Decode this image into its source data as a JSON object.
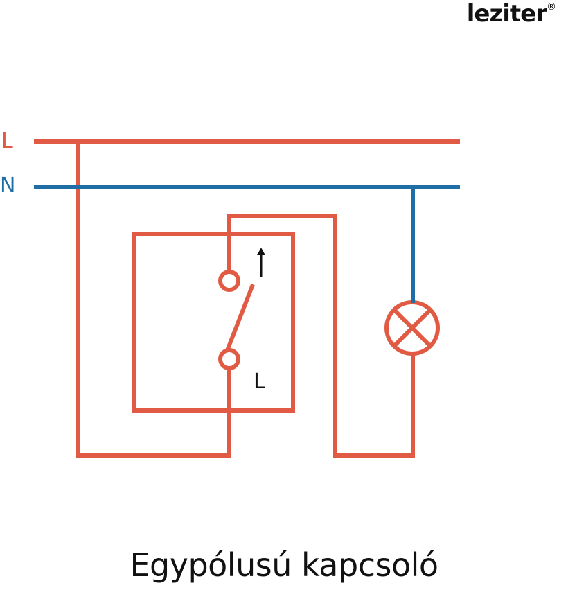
{
  "brand": {
    "name": "leziter",
    "mark": "®"
  },
  "lines": {
    "L": {
      "label": "L",
      "color": "#e05a44"
    },
    "N": {
      "label": "N",
      "color": "#1f6ea5"
    }
  },
  "switch": {
    "label": "L",
    "arrow": "↑",
    "type": "single-pole switch"
  },
  "lamp": {
    "symbol": "crossed-circle"
  },
  "caption": "Egypólusú kapcsoló"
}
